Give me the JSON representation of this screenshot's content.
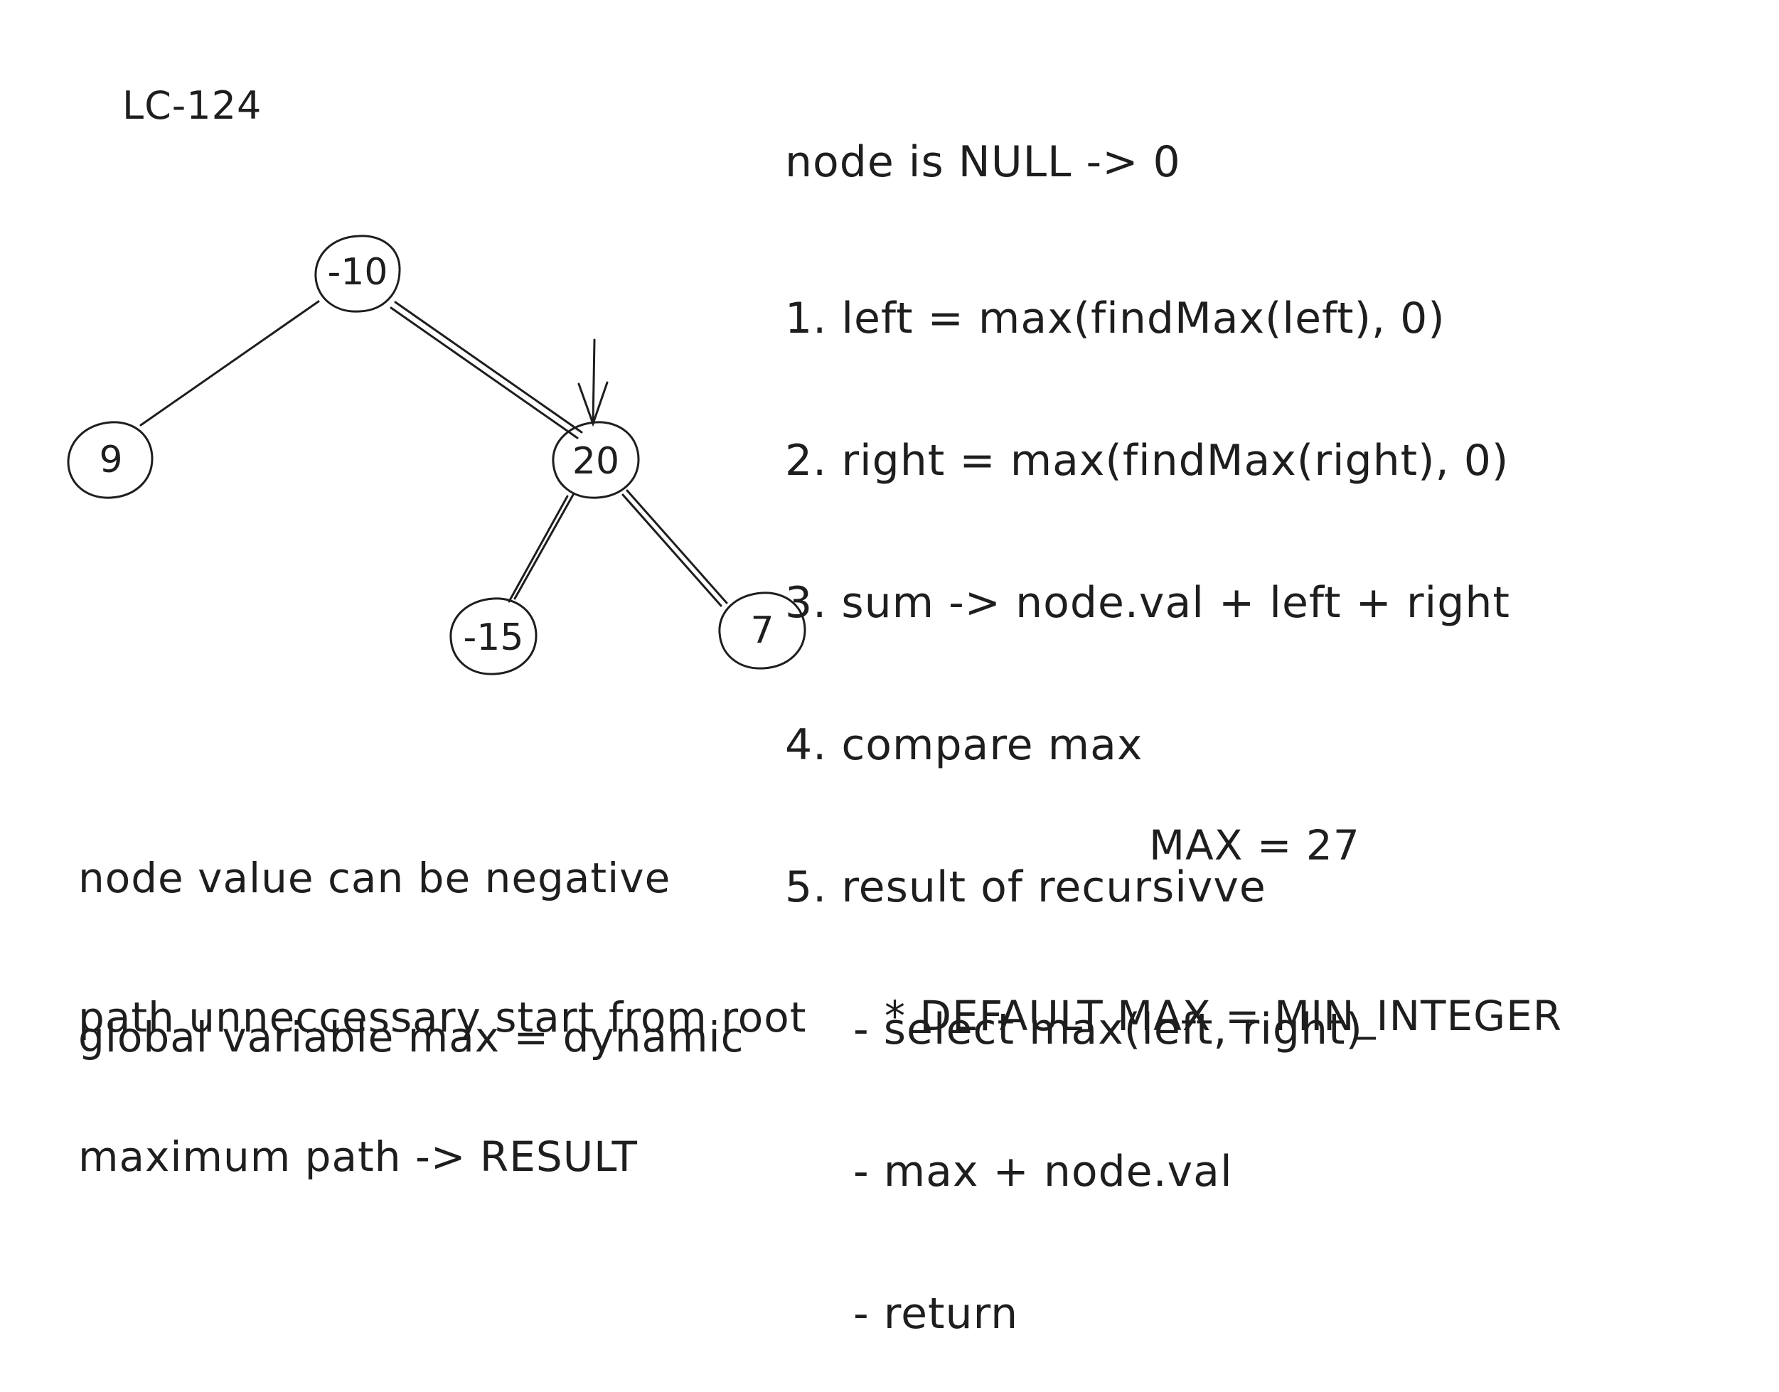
{
  "title": "LC-124",
  "tree": {
    "nodes": [
      {
        "id": "n1",
        "label": "-10"
      },
      {
        "id": "n2",
        "label": "9"
      },
      {
        "id": "n3",
        "label": "20"
      },
      {
        "id": "n4",
        "label": "-15"
      },
      {
        "id": "n5",
        "label": "7"
      }
    ],
    "edges": [
      {
        "from": "n1",
        "to": "n2"
      },
      {
        "from": "n1",
        "to": "n3"
      },
      {
        "from": "n3",
        "to": "n4"
      },
      {
        "from": "n3",
        "to": "n5"
      }
    ],
    "pointer_target": "n3"
  },
  "algorithm": {
    "base_case": "node is NULL -> 0",
    "steps": [
      "1. left = max(findMax(left), 0)",
      "2. right = max(findMax(right), 0)",
      "3. sum -> node.val + left + right",
      "4. compare max",
      "5. result of recursivve"
    ],
    "substeps": [
      "- select max(left, right)",
      "- max + node.val",
      "- return"
    ]
  },
  "notes": [
    "node value can be negative",
    "path unneccessary start from root",
    "maximum path -> RESULT"
  ],
  "global_note": "global variable max = dynamic",
  "max_value": "MAX = 27",
  "default_note": "* DEFAULT MAX = MIN_INTEGER"
}
